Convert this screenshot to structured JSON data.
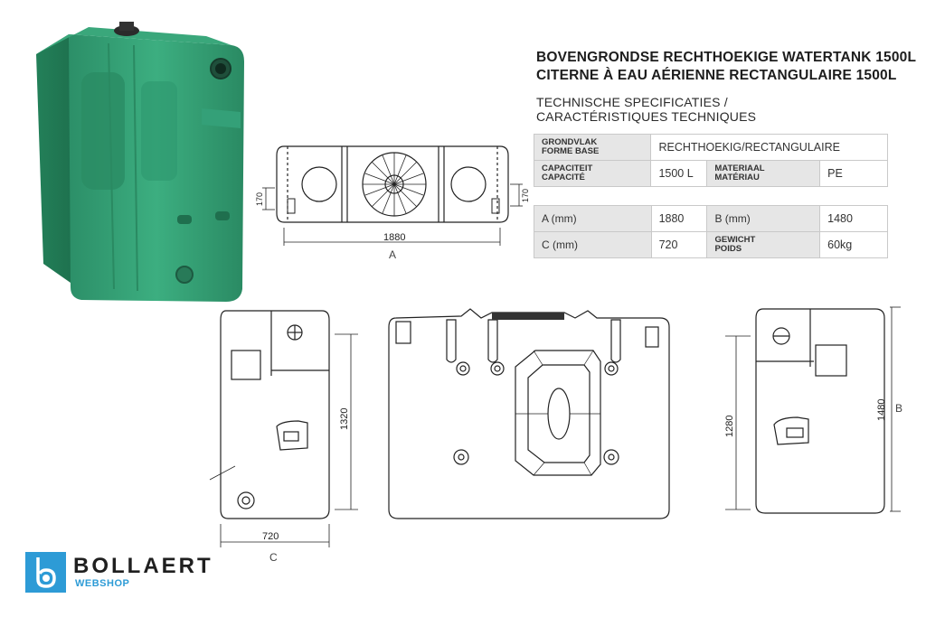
{
  "header": {
    "title_line1": "BOVENGRONDSE RECHTHOEKIGE WATERTANK 1500L",
    "title_line2": "CITERNE À EAU AÉRIENNE RECTANGULAIRE 1500L",
    "subtitle_line1": "TECHNISCHE SPECIFICATIES /",
    "subtitle_line2": "CARACTÉRISTIQUES TECHNIQUES"
  },
  "spec": {
    "base_label_nl": "GRONDVLAK",
    "base_label_fr": "FORME BASE",
    "base_value": "RECHTHOEKIG/RECTANGULAIRE",
    "capacity_label_nl": "CAPACITEIT",
    "capacity_label_fr": "CAPACITÉ",
    "capacity_value": "1500 L",
    "material_label_nl": "MATERIAAL",
    "material_label_fr": "MATÉRIAU",
    "material_value": "PE",
    "a_label": "A (mm)",
    "a_value": "1880",
    "b_label": "B (mm)",
    "b_value": "1480",
    "c_label": "C (mm)",
    "c_value": "720",
    "weight_label_nl": "GEWICHT",
    "weight_label_fr": "POIDS",
    "weight_value": "60kg"
  },
  "drawing": {
    "top_length": "1880",
    "top_offset_left": "170",
    "top_offset_right": "170",
    "letter_a": "A",
    "side_height": "1320",
    "side_width": "720",
    "letter_c": "C",
    "back_height_inner": "1280",
    "back_height": "1480",
    "letter_b": "B"
  },
  "brand": {
    "name": "BOLLAERT",
    "sub": "WEBSHOP"
  },
  "colors": {
    "tank_green": "#2f9a72",
    "brand_blue": "#2d9bd6"
  }
}
